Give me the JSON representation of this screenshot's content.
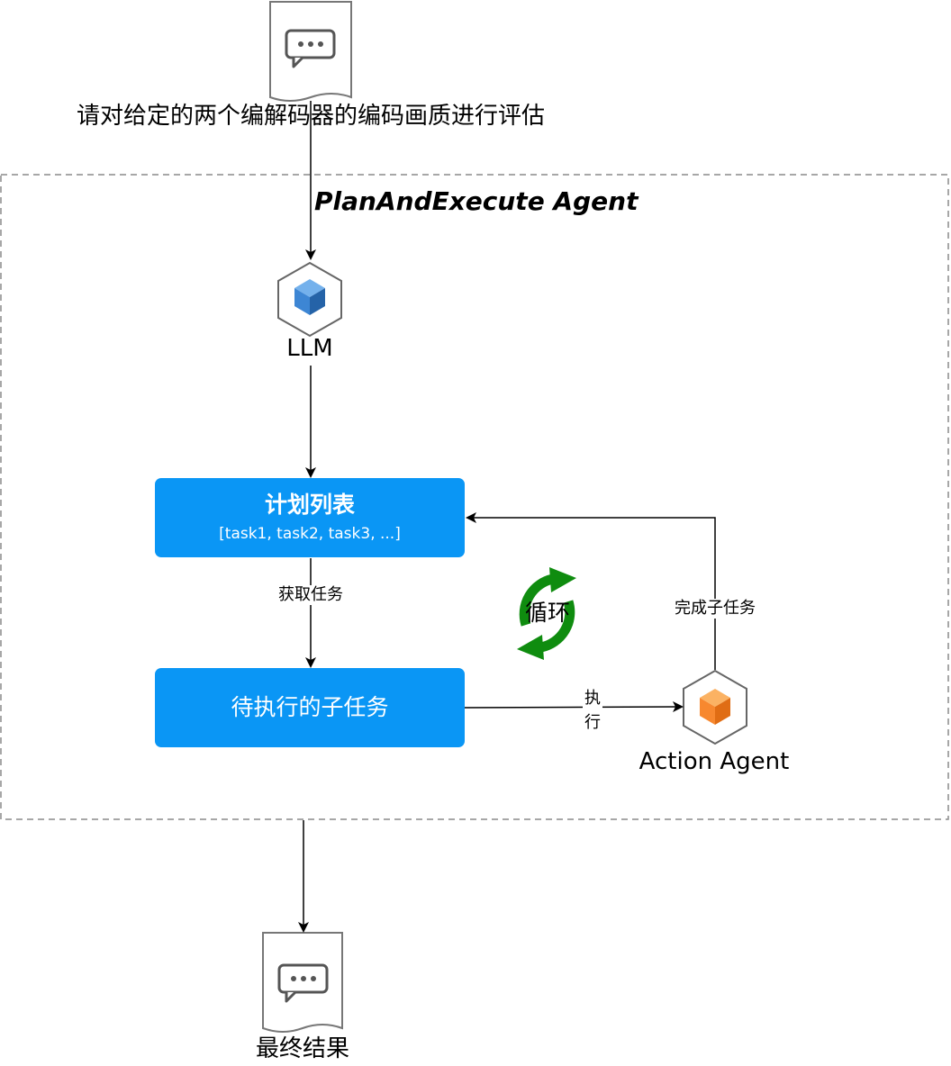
{
  "input": {
    "label": "请对给定的两个编解码器的编码画质进行评估",
    "icon": "chat-document-icon"
  },
  "agent_group": {
    "title": "PlanAndExecute Agent"
  },
  "llm": {
    "label": "LLM",
    "icon": "cube-icon",
    "color": "#3d86d4"
  },
  "plan_list": {
    "title": "计划列表",
    "subtitle": "[task1, task2, task3, ...]",
    "color": "#0a96f5"
  },
  "edges": {
    "fetch_task": "获取任务",
    "complete_subtask": "完成子任务",
    "execute": "执\n行"
  },
  "pending_subtask": {
    "label": "待执行的子任务",
    "color": "#0a96f5"
  },
  "loop": {
    "label": "循环",
    "icon": "refresh-cycle-icon",
    "color": "#0f8c0f"
  },
  "action_agent": {
    "label": "Action Agent",
    "icon": "cube-icon",
    "color": "#f7882f"
  },
  "output": {
    "label": "最终结果",
    "icon": "chat-document-icon"
  }
}
